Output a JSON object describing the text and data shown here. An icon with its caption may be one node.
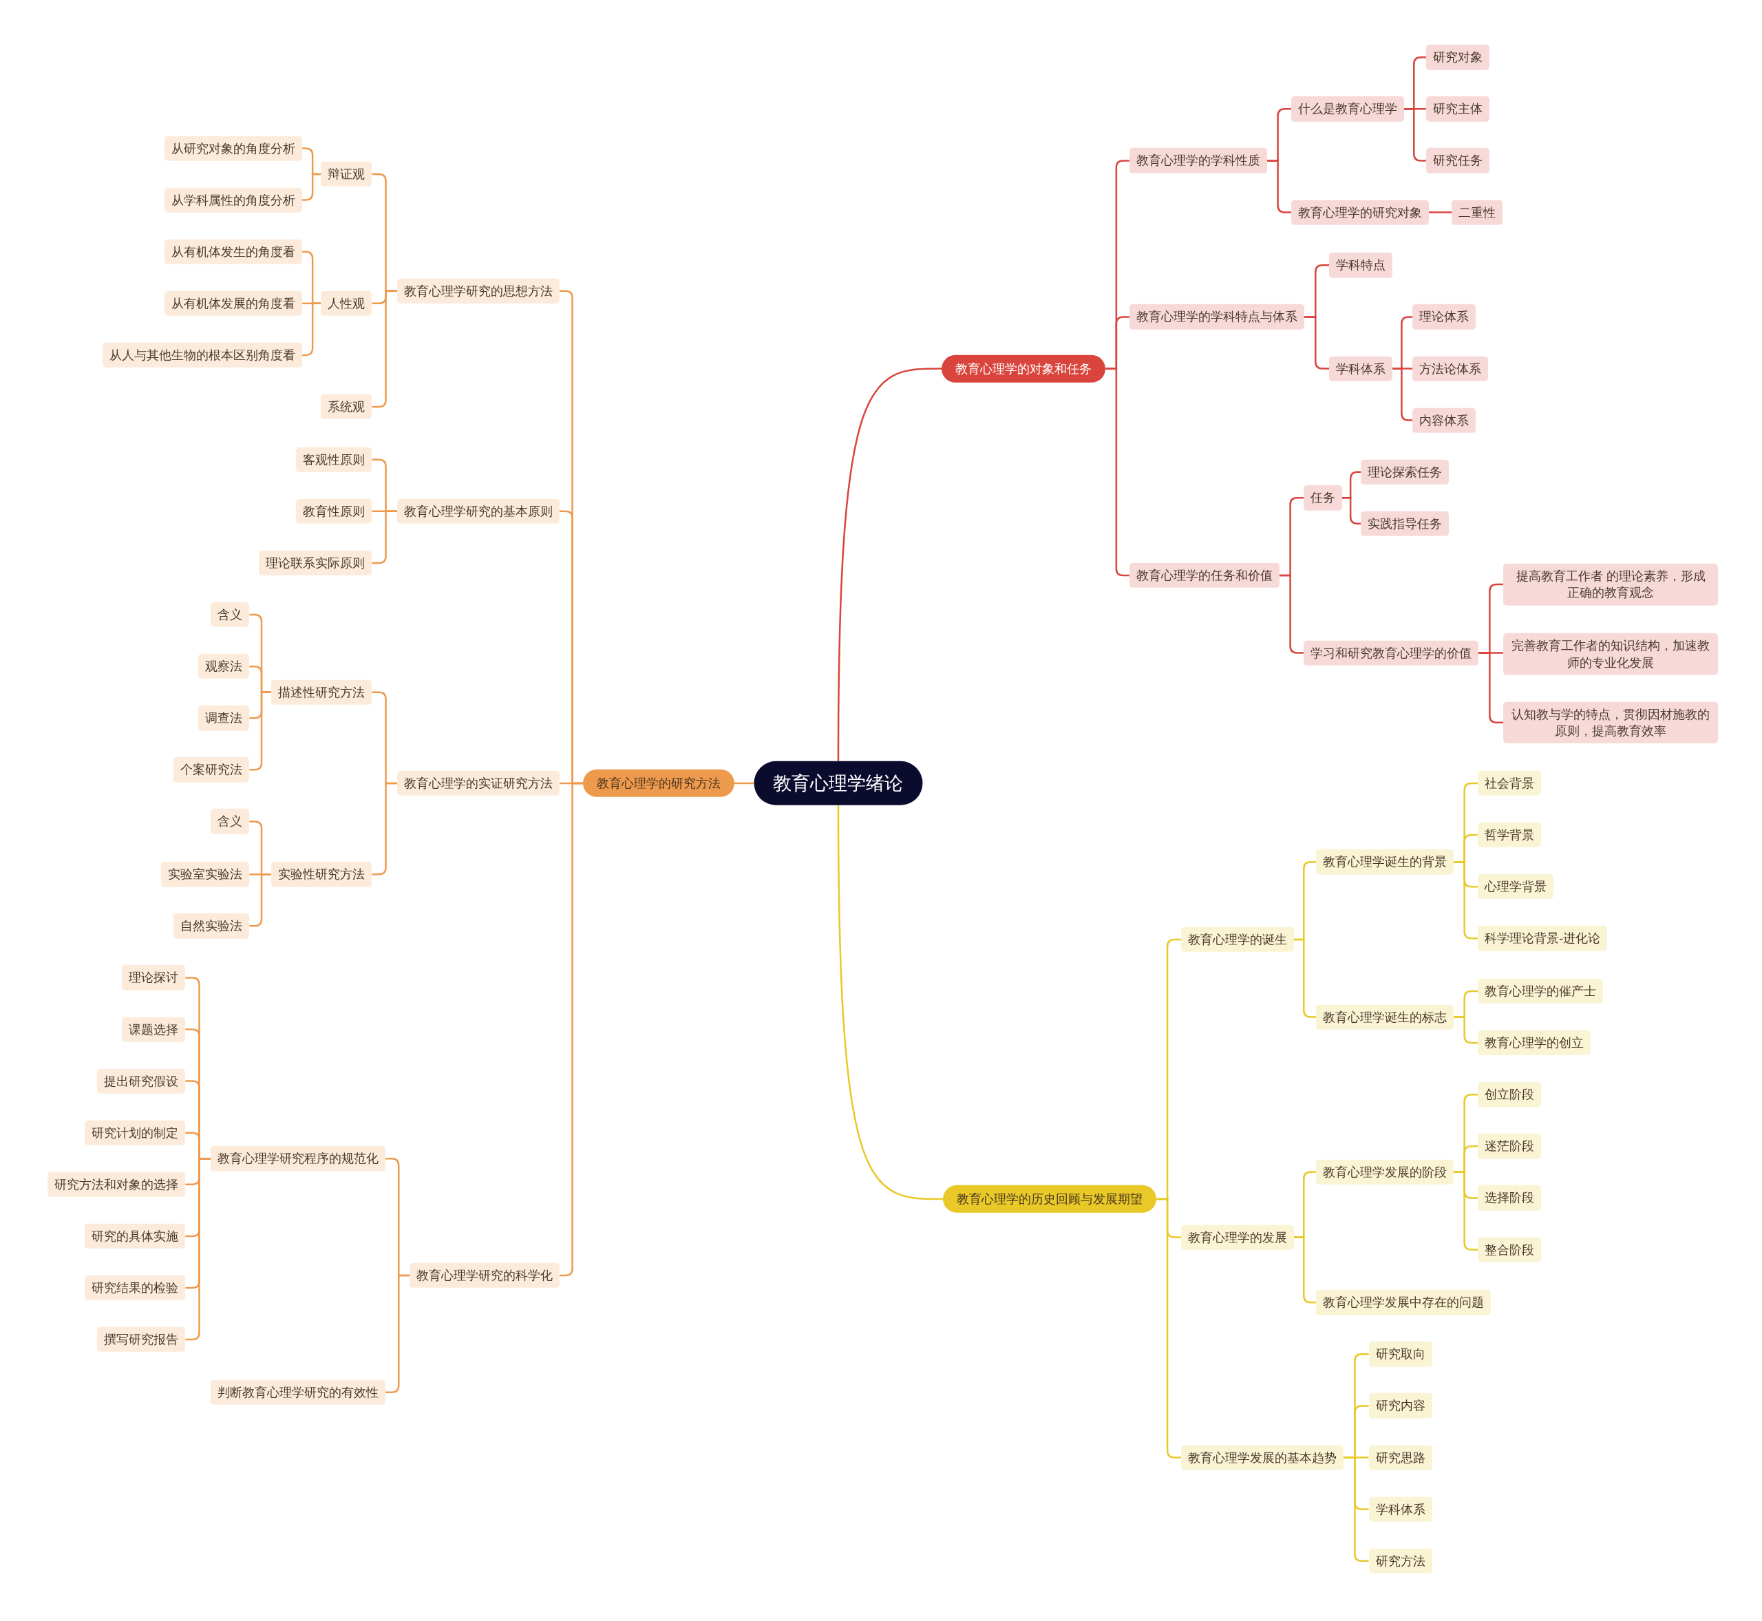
{
  "diagram": {
    "nodes": [
      {
        "text": [
          "教育心理学绪论"
        ]
      },
      {
        "text": [
          "教育心理学的对象和任务"
        ]
      },
      {
        "text": [
          "教育心理学的学科性质"
        ]
      },
      {
        "text": [
          "什么是教育心理学"
        ]
      },
      {
        "text": [
          "研究对象"
        ]
      },
      {
        "text": [
          "研究主体"
        ]
      },
      {
        "text": [
          "研究任务"
        ]
      },
      {
        "text": [
          "教育心理学的研究对象"
        ]
      },
      {
        "text": [
          "二重性"
        ]
      },
      {
        "text": [
          "教育心理学的学科特点与体系"
        ]
      },
      {
        "text": [
          "学科特点"
        ]
      },
      {
        "text": [
          "学科体系"
        ]
      },
      {
        "text": [
          "理论体系"
        ]
      },
      {
        "text": [
          "方法论体系"
        ]
      },
      {
        "text": [
          "内容体系"
        ]
      },
      {
        "text": [
          "教育心理学的任务和价值"
        ]
      },
      {
        "text": [
          "任务"
        ]
      },
      {
        "text": [
          "理论探索任务"
        ]
      },
      {
        "text": [
          "实践指导任务"
        ]
      },
      {
        "text": [
          "学习和研究教育心理学的价值"
        ]
      },
      {
        "text": [
          "提高教育工作者 的理论素养，形成正确的教育观念"
        ]
      },
      {
        "text": [
          "完善教育工作者的知识结构，加速教师的专业化发展"
        ]
      },
      {
        "text": [
          "认知教与学的特点，贯彻因材施教的原则，提高教育效率"
        ]
      },
      {
        "text": [
          "教育心理学的历史回顾与发展期望"
        ]
      },
      {
        "text": [
          "教育心理学的诞生"
        ]
      },
      {
        "text": [
          "教育心理学诞生的背景"
        ]
      },
      {
        "text": [
          "社会背景"
        ]
      },
      {
        "text": [
          "哲学背景"
        ]
      },
      {
        "text": [
          "心理学背景"
        ]
      },
      {
        "text": [
          "科学理论背景-进化论"
        ]
      },
      {
        "text": [
          "教育心理学诞生的标志"
        ]
      },
      {
        "text": [
          "教育心理学的催产士"
        ]
      },
      {
        "text": [
          "教育心理学的创立"
        ]
      },
      {
        "text": [
          "教育心理学的发展"
        ]
      },
      {
        "text": [
          "教育心理学发展的阶段"
        ]
      },
      {
        "text": [
          "创立阶段"
        ]
      },
      {
        "text": [
          "迷茫阶段"
        ]
      },
      {
        "text": [
          "选择阶段"
        ]
      },
      {
        "text": [
          "整合阶段"
        ]
      },
      {
        "text": [
          "教育心理学发展中存在的问题"
        ]
      },
      {
        "text": [
          "教育心理学发展的基本趋势"
        ]
      },
      {
        "text": [
          "研究取向"
        ]
      },
      {
        "text": [
          "研究内容"
        ]
      },
      {
        "text": [
          "研究思路"
        ]
      },
      {
        "text": [
          "学科体系"
        ]
      },
      {
        "text": [
          "研究方法"
        ]
      },
      {
        "text": [
          "教育心理学的研究方法"
        ]
      },
      {
        "text": [
          "教育心理学研究的思想方法"
        ]
      },
      {
        "text": [
          "辩证观"
        ]
      },
      {
        "text": [
          "从研究对象的角度分析"
        ]
      },
      {
        "text": [
          "从学科属性的角度分析"
        ]
      },
      {
        "text": [
          "人性观"
        ]
      },
      {
        "text": [
          "从有机体发生的角度看"
        ]
      },
      {
        "text": [
          "从有机体发展的角度看"
        ]
      },
      {
        "text": [
          "从人与其他生物的根本区别角度看"
        ]
      },
      {
        "text": [
          "系统观"
        ]
      },
      {
        "text": [
          "教育心理学研究的基本原则"
        ]
      },
      {
        "text": [
          "客观性原则"
        ]
      },
      {
        "text": [
          "教育性原则"
        ]
      },
      {
        "text": [
          "理论联系实际原则"
        ]
      },
      {
        "text": [
          "教育心理学的实证研究方法"
        ]
      },
      {
        "text": [
          "描述性研究方法"
        ]
      },
      {
        "text": [
          "含义"
        ]
      },
      {
        "text": [
          "观察法"
        ]
      },
      {
        "text": [
          "调查法"
        ]
      },
      {
        "text": [
          "个案研究法"
        ]
      },
      {
        "text": [
          "实验性研究方法"
        ]
      },
      {
        "text": [
          "含义"
        ]
      },
      {
        "text": [
          "实验室实验法"
        ]
      },
      {
        "text": [
          "自然实验法"
        ]
      },
      {
        "text": [
          "教育心理学研究的科学化"
        ]
      },
      {
        "text": [
          "教育心理学研究程序的规范化"
        ]
      },
      {
        "text": [
          "理论探讨"
        ]
      },
      {
        "text": [
          "课题选择"
        ]
      },
      {
        "text": [
          "提出研究假设"
        ]
      },
      {
        "text": [
          "研究计划的制定"
        ]
      },
      {
        "text": [
          "研究方法和对象的选择"
        ]
      },
      {
        "text": [
          "研究的具体实施"
        ]
      },
      {
        "text": [
          "研究结果的检验"
        ]
      },
      {
        "text": [
          "撰写研究报告"
        ]
      },
      {
        "text": [
          "判断教育心理学研究的有效性"
        ]
      }
    ],
    "edges": [
      {
        "from": 0,
        "to": 1,
        "arrow": "none",
        "color": "#d9453d"
      },
      {
        "from": 1,
        "to": 2,
        "arrow": "none",
        "color": "#d9453d"
      },
      {
        "from": 2,
        "to": 3,
        "arrow": "none",
        "color": "#d9453d"
      },
      {
        "from": 3,
        "to": 4,
        "arrow": "none",
        "color": "#d9453d"
      },
      {
        "from": 3,
        "to": 5,
        "arrow": "none",
        "color": "#d9453d"
      },
      {
        "from": 3,
        "to": 6,
        "arrow": "none",
        "color": "#d9453d"
      },
      {
        "from": 2,
        "to": 7,
        "arrow": "none",
        "color": "#d9453d"
      },
      {
        "from": 7,
        "to": 8,
        "arrow": "none",
        "color": "#d9453d"
      },
      {
        "from": 1,
        "to": 9,
        "arrow": "none",
        "color": "#d9453d"
      },
      {
        "from": 9,
        "to": 10,
        "arrow": "none",
        "color": "#d9453d"
      },
      {
        "from": 9,
        "to": 11,
        "arrow": "none",
        "color": "#d9453d"
      },
      {
        "from": 11,
        "to": 12,
        "arrow": "none",
        "color": "#d9453d"
      },
      {
        "from": 11,
        "to": 13,
        "arrow": "none",
        "color": "#d9453d"
      },
      {
        "from": 11,
        "to": 14,
        "arrow": "none",
        "color": "#d9453d"
      },
      {
        "from": 1,
        "to": 15,
        "arrow": "none",
        "color": "#d9453d"
      },
      {
        "from": 15,
        "to": 16,
        "arrow": "none",
        "color": "#d9453d"
      },
      {
        "from": 16,
        "to": 17,
        "arrow": "none",
        "color": "#d9453d"
      },
      {
        "from": 16,
        "to": 18,
        "arrow": "none",
        "color": "#d9453d"
      },
      {
        "from": 15,
        "to": 19,
        "arrow": "none",
        "color": "#d9453d"
      },
      {
        "from": 19,
        "to": 20,
        "arrow": "none",
        "color": "#d9453d"
      },
      {
        "from": 19,
        "to": 21,
        "arrow": "none",
        "color": "#d9453d"
      },
      {
        "from": 19,
        "to": 22,
        "arrow": "none",
        "color": "#d9453d"
      },
      {
        "from": 0,
        "to": 23,
        "arrow": "none",
        "color": "#e8c928"
      },
      {
        "from": 23,
        "to": 24,
        "arrow": "none",
        "color": "#e8c928"
      },
      {
        "from": 24,
        "to": 25,
        "arrow": "none",
        "color": "#e8c928"
      },
      {
        "from": 25,
        "to": 26,
        "arrow": "none",
        "color": "#e8c928"
      },
      {
        "from": 25,
        "to": 27,
        "arrow": "none",
        "color": "#e8c928"
      },
      {
        "from": 25,
        "to": 28,
        "arrow": "none",
        "color": "#e8c928"
      },
      {
        "from": 25,
        "to": 29,
        "arrow": "none",
        "color": "#e8c928"
      },
      {
        "from": 24,
        "to": 30,
        "arrow": "none",
        "color": "#e8c928"
      },
      {
        "from": 30,
        "to": 31,
        "arrow": "none",
        "color": "#e8c928"
      },
      {
        "from": 30,
        "to": 32,
        "arrow": "none",
        "color": "#e8c928"
      },
      {
        "from": 23,
        "to": 33,
        "arrow": "none",
        "color": "#e8c928"
      },
      {
        "from": 33,
        "to": 34,
        "arrow": "none",
        "color": "#e8c928"
      },
      {
        "from": 34,
        "to": 35,
        "arrow": "none",
        "color": "#e8c928"
      },
      {
        "from": 34,
        "to": 36,
        "arrow": "none",
        "color": "#e8c928"
      },
      {
        "from": 34,
        "to": 37,
        "arrow": "none",
        "color": "#e8c928"
      },
      {
        "from": 34,
        "to": 38,
        "arrow": "none",
        "color": "#e8c928"
      },
      {
        "from": 33,
        "to": 39,
        "arrow": "none",
        "color": "#e8c928"
      },
      {
        "from": 23,
        "to": 40,
        "arrow": "none",
        "color": "#e8c928"
      },
      {
        "from": 40,
        "to": 41,
        "arrow": "none",
        "color": "#e8c928"
      },
      {
        "from": 40,
        "to": 42,
        "arrow": "none",
        "color": "#e8c928"
      },
      {
        "from": 40,
        "to": 43,
        "arrow": "none",
        "color": "#e8c928"
      },
      {
        "from": 40,
        "to": 44,
        "arrow": "none",
        "color": "#e8c928"
      },
      {
        "from": 40,
        "to": 45,
        "arrow": "none",
        "color": "#e8c928"
      },
      {
        "from": 0,
        "to": 46,
        "arrow": "none"
      },
      {
        "from": 46,
        "to": 47,
        "arrow": "none"
      },
      {
        "from": 47,
        "to": 48,
        "arrow": "none"
      },
      {
        "from": 48,
        "to": 49,
        "arrow": "none"
      },
      {
        "from": 48,
        "to": 50,
        "arrow": "none"
      },
      {
        "from": 47,
        "to": 51,
        "arrow": "none"
      },
      {
        "from": 51,
        "to": 52,
        "arrow": "none"
      },
      {
        "from": 51,
        "to": 53,
        "arrow": "none"
      },
      {
        "from": 51,
        "to": 54,
        "arrow": "none"
      },
      {
        "from": 47,
        "to": 55,
        "arrow": "none"
      },
      {
        "from": 46,
        "to": 56,
        "arrow": "none"
      },
      {
        "from": 56,
        "to": 57,
        "arrow": "none"
      },
      {
        "from": 56,
        "to": 58,
        "arrow": "none"
      },
      {
        "from": 56,
        "to": 59,
        "arrow": "none"
      },
      {
        "from": 46,
        "to": 60,
        "arrow": "none"
      },
      {
        "from": 60,
        "to": 61,
        "arrow": "none"
      },
      {
        "from": 61,
        "to": 62,
        "arrow": "none"
      },
      {
        "from": 61,
        "to": 63,
        "arrow": "none"
      },
      {
        "from": 61,
        "to": 64,
        "arrow": "none"
      },
      {
        "from": 61,
        "to": 65,
        "arrow": "none"
      },
      {
        "from": 60,
        "to": 66,
        "arrow": "none"
      },
      {
        "from": 66,
        "to": 67,
        "arrow": "none"
      },
      {
        "from": 66,
        "to": 68,
        "arrow": "none"
      },
      {
        "from": 66,
        "to": 69,
        "arrow": "none"
      },
      {
        "from": 46,
        "to": 70,
        "arrow": "none"
      },
      {
        "from": 70,
        "to": 71,
        "arrow": "none"
      },
      {
        "from": 71,
        "to": 72,
        "arrow": "none"
      },
      {
        "from": 71,
        "to": 73,
        "arrow": "none"
      },
      {
        "from": 71,
        "to": 74,
        "arrow": "none"
      },
      {
        "from": 71,
        "to": 75,
        "arrow": "none"
      },
      {
        "from": 71,
        "to": 76,
        "arrow": "none"
      },
      {
        "from": 71,
        "to": 77,
        "arrow": "none"
      },
      {
        "from": 71,
        "to": 78,
        "arrow": "none"
      },
      {
        "from": 71,
        "to": 79,
        "arrow": "none"
      },
      {
        "from": 70,
        "to": 80,
        "arrow": "none"
      }
    ]
  }
}
